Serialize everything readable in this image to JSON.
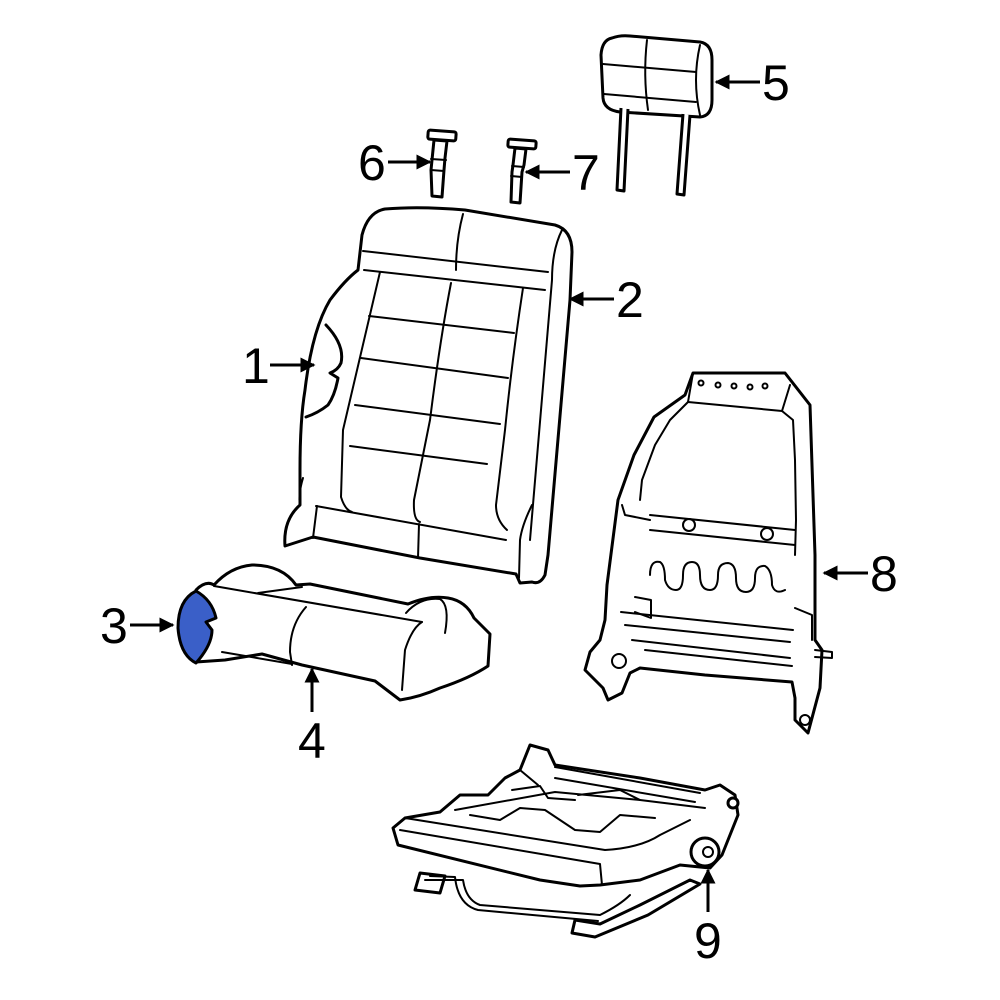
{
  "diagram": {
    "type": "exploded-parts-diagram",
    "subject": "seat assembly",
    "highlight_color": "#3a5fc8",
    "line_color": "#000000",
    "background": "#ffffff"
  },
  "callouts": [
    {
      "id": 1,
      "label": "1",
      "part": "seat-back-side-cover"
    },
    {
      "id": 2,
      "label": "2",
      "part": "seat-back-cover"
    },
    {
      "id": 3,
      "label": "3",
      "part": "seat-cushion-side-cover",
      "highlighted": true
    },
    {
      "id": 4,
      "label": "4",
      "part": "seat-cushion-cover"
    },
    {
      "id": 5,
      "label": "5",
      "part": "headrest"
    },
    {
      "id": 6,
      "label": "6",
      "part": "headrest-guide-left"
    },
    {
      "id": 7,
      "label": "7",
      "part": "headrest-guide-right"
    },
    {
      "id": 8,
      "label": "8",
      "part": "seat-back-frame"
    },
    {
      "id": 9,
      "label": "9",
      "part": "seat-track-frame"
    }
  ]
}
